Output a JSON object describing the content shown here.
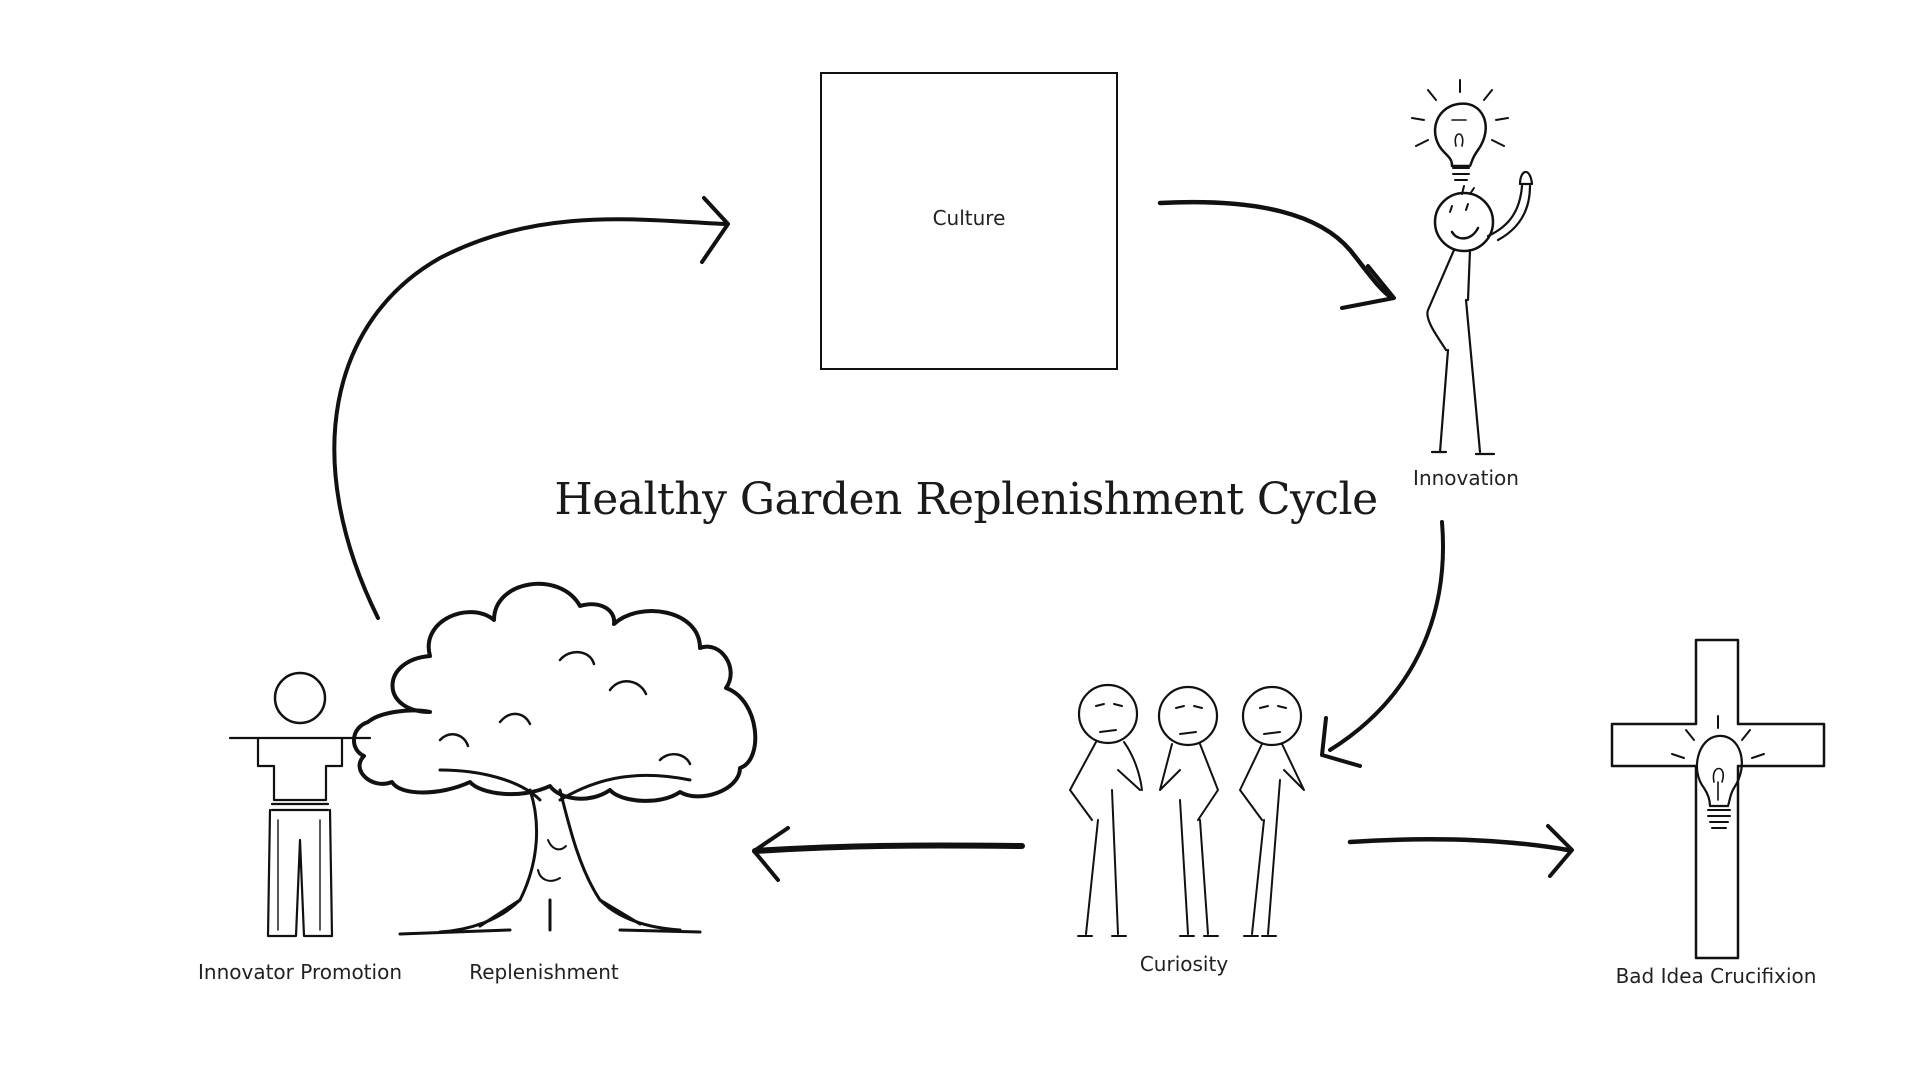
{
  "title": "Healthy Garden Replenishment Cycle",
  "nodes": {
    "culture": "Culture",
    "innovation": "Innovation",
    "curiosity": "Curiosity",
    "bad_idea": "Bad Idea Crucifixion",
    "replenishment": "Replenishment",
    "promotion": "Innovator Promotion"
  },
  "icons": {
    "innovation": "stick-figure-with-lightbulb-icon",
    "curiosity": "thinking-stick-figures-icon",
    "bad_idea": "cross-with-lightbulb-icon",
    "replenishment": "tree-icon",
    "promotion": "scarecrow-figure-icon"
  }
}
